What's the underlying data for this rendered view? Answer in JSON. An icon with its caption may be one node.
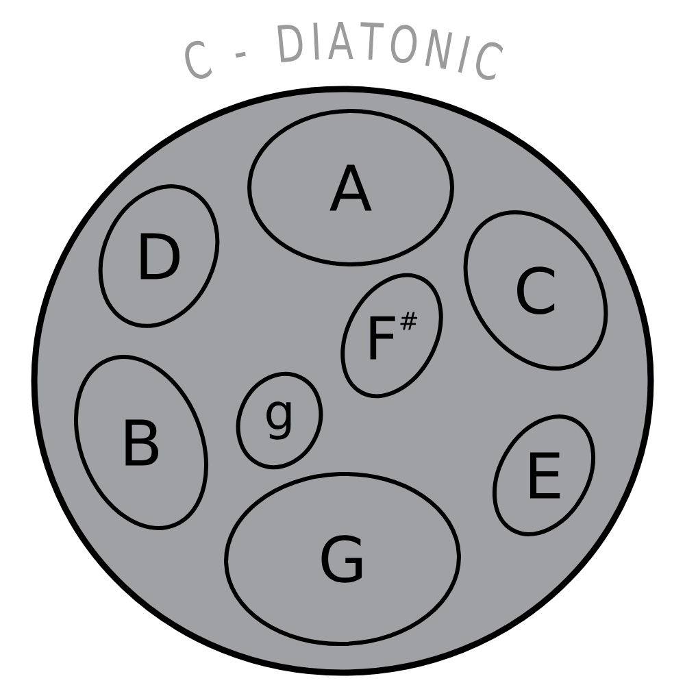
{
  "diagram": {
    "title": "C - DIATONIC",
    "nodes": [
      {
        "text": [],
        "shape": "circle"
      },
      {
        "text": [
          "A"
        ],
        "in": 0
      },
      {
        "text": [
          "D"
        ],
        "in": 0
      },
      {
        "text": [
          "C"
        ],
        "in": 0
      },
      {
        "text": [
          "F$^{#}$"
        ],
        "in": 0
      },
      {
        "text": [
          "B"
        ],
        "in": 0
      },
      {
        "text": [
          "g"
        ],
        "in": 0
      },
      {
        "text": [
          "E"
        ],
        "in": 0
      },
      {
        "text": [
          "G"
        ],
        "in": 0
      }
    ]
  }
}
